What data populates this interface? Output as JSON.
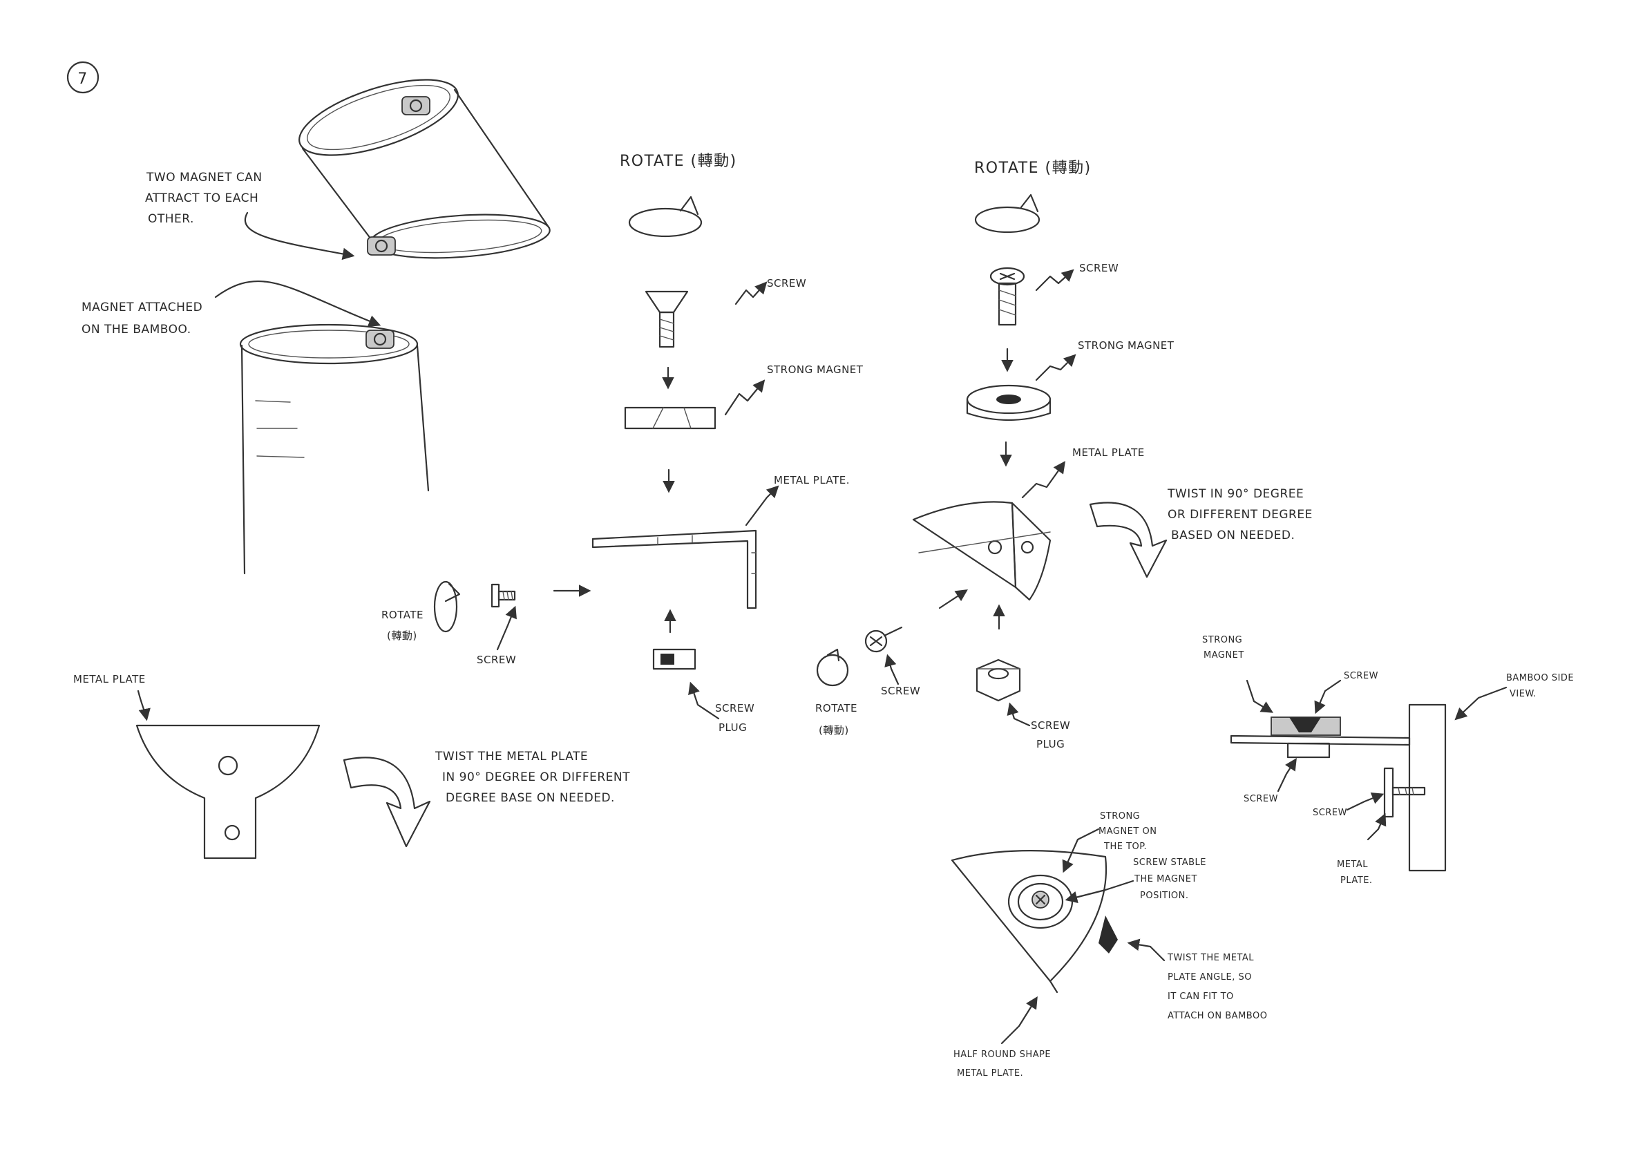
{
  "sheet": {
    "step_number": "7"
  },
  "labels": {
    "two_magnet": [
      "TWO MAGNET CAN",
      "ATTRACT TO EACH",
      "OTHER."
    ],
    "magnet_attached": [
      "MAGNET ATTACHED",
      "ON THE BAMBOO."
    ],
    "metal_plate_left": "METAL PLATE",
    "twist_left": [
      "TWIST THE METAL PLATE",
      "IN 90° DEGREE OR DIFFERENT",
      "DEGREE BASE ON NEEDED."
    ],
    "rotate_mid_title": "ROTATE (轉動)",
    "screw_mid": "SCREW",
    "strong_magnet_mid": "STRONG MAGNET",
    "metal_plate_mid": "METAL PLATE.",
    "rotate_side": [
      "ROTATE",
      "(轉動)"
    ],
    "screw_side": "SCREW",
    "screw_plug_mid": [
      "SCREW",
      "PLUG"
    ],
    "rotate_right_title": "ROTATE (轉動)",
    "screw_right": "SCREW",
    "strong_magnet_right": "STRONG MAGNET",
    "metal_plate_right": "METAL PLATE",
    "twist_right": [
      "TWIST IN 90° DEGREE",
      "OR DIFFERENT DEGREE",
      "BASED ON NEEDED."
    ],
    "rotate_right_side": [
      "ROTATE",
      "(轉動)"
    ],
    "screw_right_side": "SCREW",
    "screw_plug_right": [
      "SCREW",
      "PLUG"
    ],
    "strong_magnet_side": [
      "STRONG",
      "MAGNET"
    ],
    "screw_side_top": "SCREW",
    "bamboo_side_view": [
      "BAMBOO SIDE",
      "VIEW."
    ],
    "screw_side_low": "SCREW",
    "screw_side_mid": "SCREW",
    "metal_plate_side": [
      "METAL",
      "PLATE."
    ],
    "strong_magnet_top": [
      "STRONG",
      "MAGNET ON",
      "THE TOP."
    ],
    "screw_stable": [
      "SCREW STABLE",
      "THE MAGNET",
      "POSITION."
    ],
    "twist_metal_angle": [
      "TWIST THE METAL",
      "PLATE ANGLE, SO",
      "IT CAN FIT TO",
      "ATTACH ON BAMBOO"
    ],
    "half_round": [
      "HALF ROUND SHAPE",
      "METAL PLATE."
    ]
  }
}
